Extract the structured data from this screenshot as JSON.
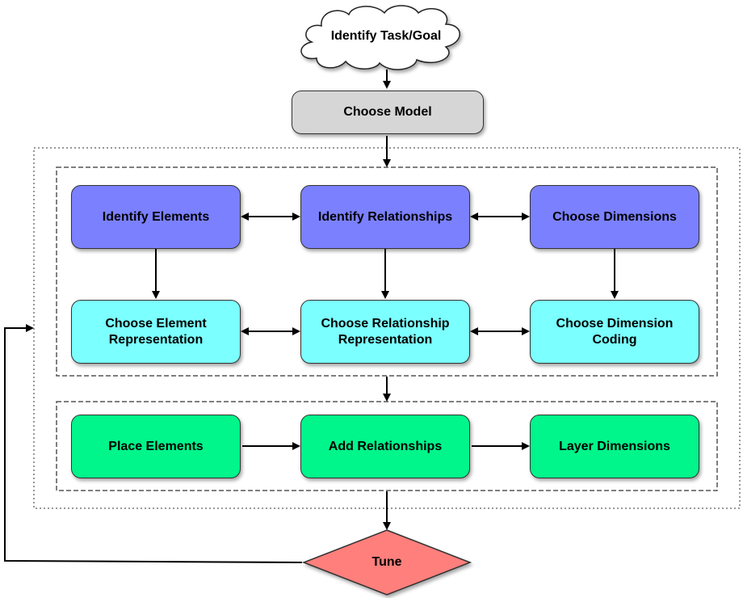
{
  "diagram": {
    "start": {
      "label": "Identify Task/Goal",
      "shape": "cloud"
    },
    "model": {
      "label": "Choose Model",
      "color": "#d6d6d6"
    },
    "row1": [
      {
        "label": "Identify Elements"
      },
      {
        "label": "Identify Relationships"
      },
      {
        "label": "Choose Dimensions"
      }
    ],
    "row2": [
      {
        "line1": "Choose Element",
        "line2": "Representation"
      },
      {
        "line1": "Choose Relationship",
        "line2": "Representation"
      },
      {
        "line1": "Choose Dimension",
        "line2": "Coding"
      }
    ],
    "row3": [
      {
        "label": "Place Elements"
      },
      {
        "label": "Add Relationships"
      },
      {
        "label": "Layer Dimensions"
      }
    ],
    "tune": {
      "label": "Tune",
      "shape": "diamond",
      "color": "#ff7f7b"
    },
    "colors": {
      "row1": "#7b80ff",
      "row2": "#7bffff",
      "row3": "#00f58a",
      "tune": "#ff7f7b"
    }
  }
}
